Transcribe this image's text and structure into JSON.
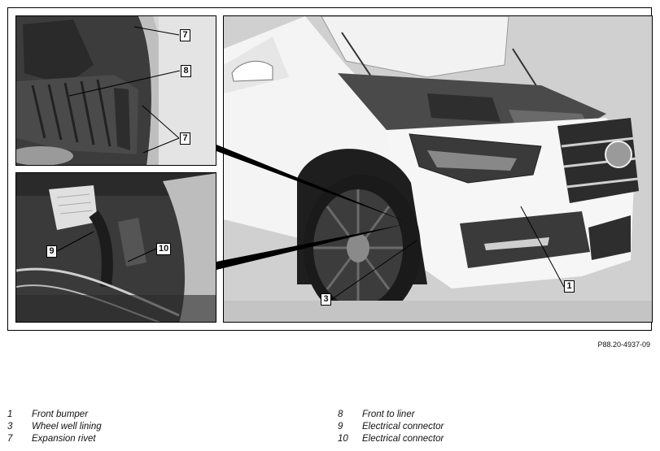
{
  "figure": {
    "reference": "P88.20-4937-09",
    "callouts": {
      "tl_7_top": "7",
      "tl_8": "8",
      "tl_7_bottom": "7",
      "bl_9": "9",
      "bl_10": "10",
      "r_3": "3",
      "r_1": "1"
    }
  },
  "legend": {
    "left": [
      {
        "num": "1",
        "label": "Front bumper"
      },
      {
        "num": "3",
        "label": "Wheel well lining"
      },
      {
        "num": "7",
        "label": "Expansion rivet"
      }
    ],
    "right": [
      {
        "num": "8",
        "label": "Front to liner"
      },
      {
        "num": "9",
        "label": "Electrical connector"
      },
      {
        "num": "10",
        "label": "Electrical connector"
      }
    ]
  }
}
